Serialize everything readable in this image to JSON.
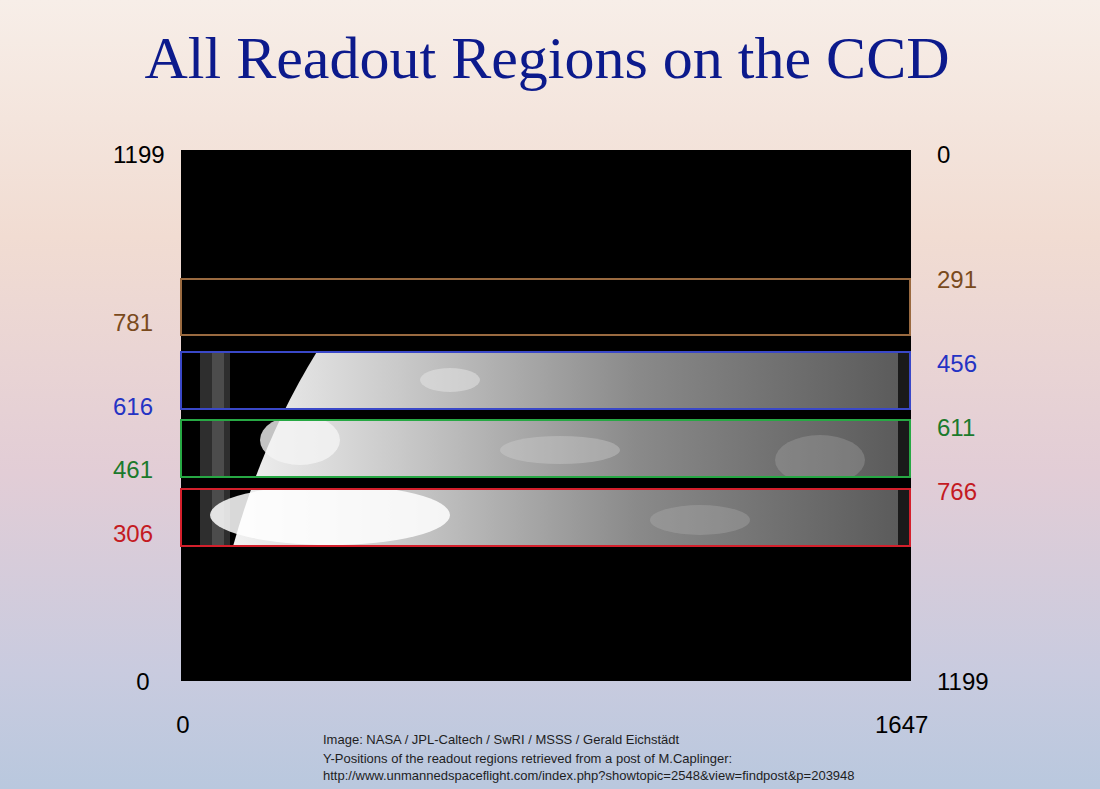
{
  "diagram": {
    "title": "All Readout Regions on the CCD",
    "labels": [
      "1199",
      "0",
      "291",
      "781",
      "456",
      "616",
      "611",
      "461",
      "766",
      "306",
      "0",
      "1199",
      "0",
      "1647",
      "Image: NASA / JPL-Caltech / SwRI / MSSS / Gerald Eichstädt",
      "Y-Positions of the readout regions retrieved from a post of M.Caplinger:",
      "http://www.unmannedspaceflight.com/index.php?showtopic=2548&view=findpost&p=203948"
    ]
  }
}
